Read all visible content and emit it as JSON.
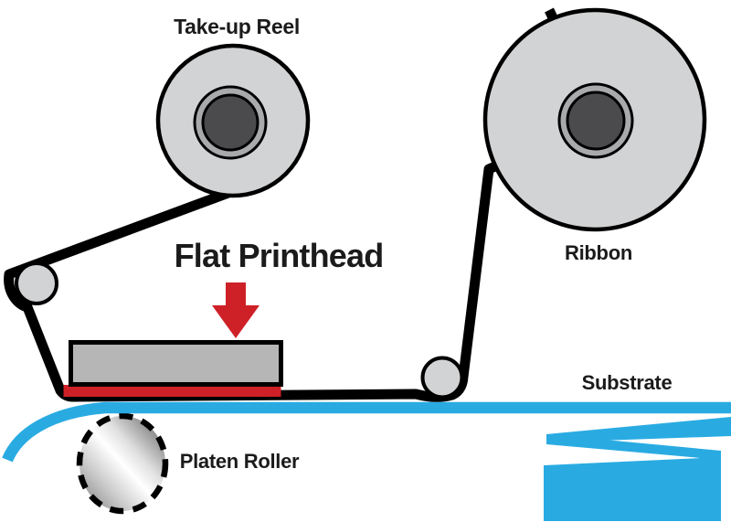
{
  "labels": {
    "take_up_reel": "Take-up Reel",
    "flat_printhead": "Flat Printhead",
    "ribbon": "Ribbon",
    "substrate": "Substrate",
    "platen_roller": "Platen Roller"
  },
  "colors": {
    "substrate_blue": "#29ABE2",
    "highlight_red": "#CE2127",
    "ribbon_black": "#000000",
    "reel_fill": "#D2D3D4",
    "printhead_fill": "#B6B6B6",
    "hub_ring_gray": "#A8AAAC",
    "hub_core_gray": "#4B4B4D",
    "outline_black": "#000000",
    "label_text": "#1B1B1B",
    "platen_highlight": "#FFFFFF",
    "platen_shadow": "#6B6B6B"
  }
}
